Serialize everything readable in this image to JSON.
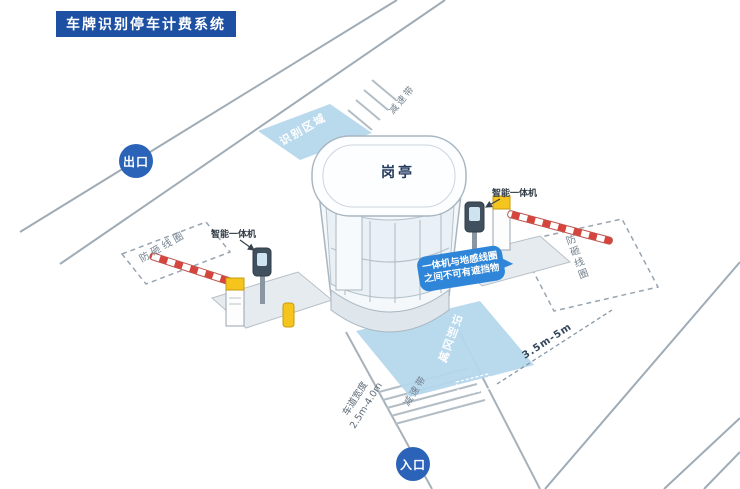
{
  "title": "车牌识别停车计费系统",
  "badges": {
    "exit": "出口",
    "entrance": "入口"
  },
  "booth": {
    "label": "岗亭"
  },
  "devices": {
    "machine_left_label": "智能一体机",
    "machine_right_label": "智能一体机"
  },
  "zones": {
    "recognition_top": "识别区域",
    "recognition_bottom": "识别区域",
    "coil_left": "防砸线圈",
    "coil_right": "防砸线圈"
  },
  "road_labels": {
    "speed_bump_top": "减速带",
    "speed_bump_bottom": "减速带",
    "lane_width_title": "车道宽度",
    "lane_width_value": "2.5m-4.0m",
    "coil_to_machine_distance": "3.5m-5m"
  },
  "callout": {
    "line1": "一体机与地感线圈",
    "line2": "之间不可有遮挡物"
  },
  "colors": {
    "brand_blue": "#1d50a2",
    "badge_blue": "#2a63b8",
    "zone_blue": "#b5d7ec",
    "callout_blue": "#2f86d8",
    "barrier_red": "#d6453d",
    "post_yellow": "#f6c51d"
  }
}
